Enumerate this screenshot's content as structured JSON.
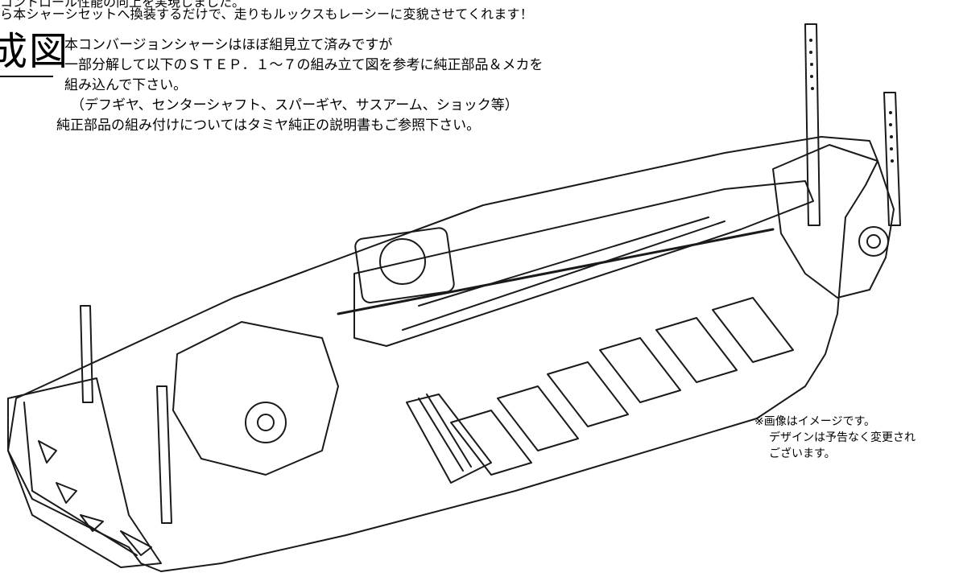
{
  "header": {
    "intro_lines": [
      "コントロール性能の向上を実現しました。",
      "ら本シャーシセットへ換装するだけで、走りもルックスもレーシーに変貌させてくれます！"
    ],
    "section_title": "成図"
  },
  "instructions": {
    "lines": [
      "本コンバージョンシャーシはほぼ組見立て済みですが",
      "一部分解して以下のＳＴＥＰ．１〜７の組み立て図を参考に純正部品＆メカを",
      "組み込んで下さい。",
      "（デフギヤ、センターシャフト、スパーギヤ、サスアーム、ショック等）",
      "純正部品の組み付けについてはタミヤ純正の説明書もご参照下さい。"
    ]
  },
  "caution": {
    "lines": [
      "※画像はイメージです。",
      "デザインは予告なく変更され",
      "ございます。"
    ]
  },
  "colors": {
    "ink": "#000000",
    "paper": "#ffffff",
    "line_gray": "#1a1a1a"
  }
}
